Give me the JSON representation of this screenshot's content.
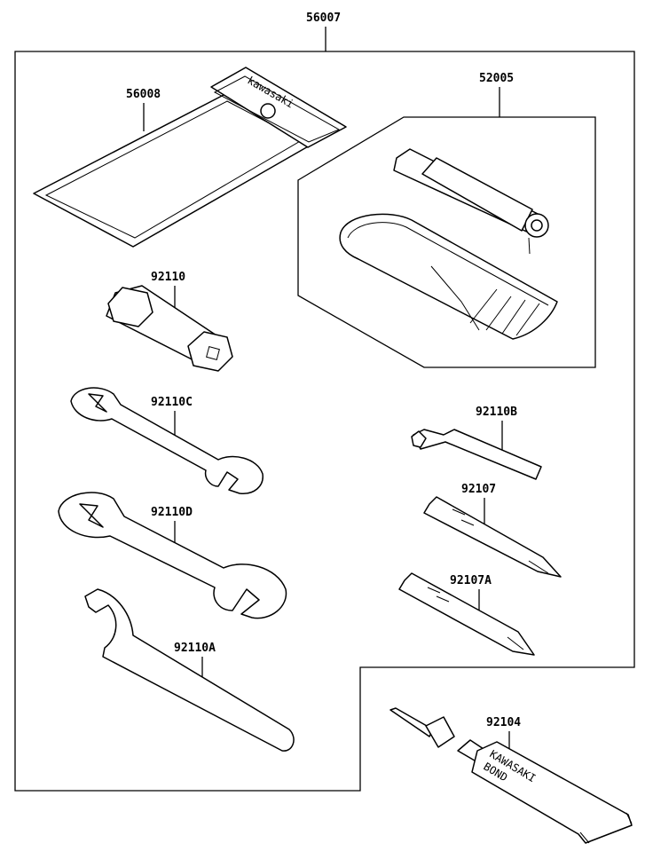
{
  "diagram": {
    "assembly_part_number": "56007",
    "parts": [
      {
        "id": "56008",
        "label": "56008",
        "icon": "tool-bag-icon"
      },
      {
        "id": "52005",
        "label": "52005",
        "icon": "pump-and-pouch-icon"
      },
      {
        "id": "92110",
        "label": "92110",
        "icon": "plug-socket-wrench-icon"
      },
      {
        "id": "92110C",
        "label": "92110C",
        "icon": "open-end-wrench-icon"
      },
      {
        "id": "92110D",
        "label": "92110D",
        "icon": "open-end-wrench-large-icon"
      },
      {
        "id": "92110A",
        "label": "92110A",
        "icon": "hook-spanner-icon"
      },
      {
        "id": "92110B",
        "label": "92110B",
        "icon": "hex-key-icon"
      },
      {
        "id": "92107",
        "label": "92107",
        "icon": "screwdriver-phillips-icon"
      },
      {
        "id": "92107A",
        "label": "92107A",
        "icon": "screwdriver-flat-icon"
      },
      {
        "id": "92104",
        "label": "92104",
        "icon": "bond-tube-icon"
      }
    ],
    "bag_brand_text": "kawasaki",
    "tube_text_line1": "KAWASAKI",
    "tube_text_line2": "BOND"
  }
}
